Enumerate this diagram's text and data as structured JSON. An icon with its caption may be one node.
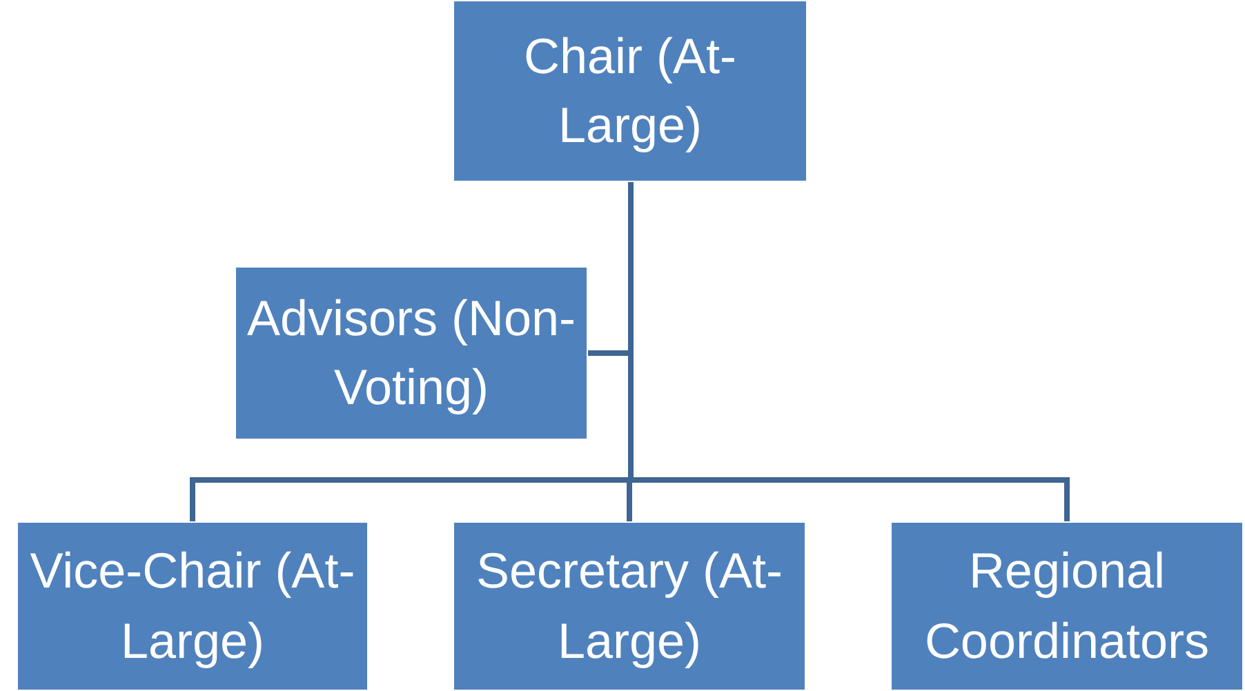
{
  "diagram": {
    "nodes": [
      {
        "text": [
          "Chair (At-Large)"
        ]
      },
      {
        "text": [
          "Advisors (Non-Voting)"
        ]
      },
      {
        "text": [
          "Vice-Chair (At-Large)"
        ]
      },
      {
        "text": [
          "Secretary (At-Large)"
        ]
      },
      {
        "text": [
          "Regional Coordinators"
        ]
      }
    ],
    "edges": [
      {
        "from": 0,
        "to": 1,
        "arrow": "none"
      },
      {
        "from": 0,
        "to": 2,
        "arrow": "none"
      },
      {
        "from": 0,
        "to": 3,
        "arrow": "none"
      },
      {
        "from": 0,
        "to": 4,
        "arrow": "none"
      }
    ]
  }
}
